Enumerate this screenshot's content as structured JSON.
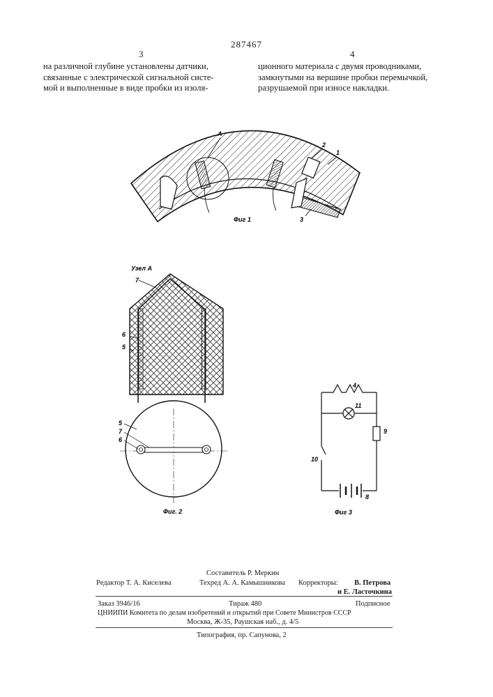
{
  "patent_number": "287467",
  "columns": {
    "left_number": "3",
    "right_number": "4",
    "left_lines": [
      "на различной глубине установлены датчики,",
      "связанные с электрической сигнальной систе-",
      "мой и выполненные в виде пробки из изоля-"
    ],
    "right_lines": [
      "ционного материала с двумя проводниками,",
      "замкнутыми на вершине пробки перемычкой,",
      "разрушаемой при износе накладки."
    ]
  },
  "figures": {
    "fig1": {
      "caption": "Фиг 1",
      "callout_a": "А",
      "callout_1": "1",
      "callout_2": "2",
      "callout_3": "3"
    },
    "fig2": {
      "node_title": "Узел А",
      "caption": "Фиг. 2",
      "label_7_top": "7",
      "label_6_side": "6",
      "label_5_side": "5",
      "label_5_circle": "5",
      "label_7_circle": "7",
      "label_6_circle": "6"
    },
    "fig3": {
      "caption": "Фиг 3",
      "label_4": "4",
      "label_11": "11",
      "label_9": "9",
      "label_10": "10",
      "label_8": "8"
    }
  },
  "footer": {
    "compiler": "Составитель Р. Меркин",
    "editor": "Редактор Т. А. Киселева",
    "techred": "Техред А. А. Камышникова",
    "correctors_label": "Корректоры:",
    "corrector_1": "В. Петрова",
    "corrector_2": "и Е. Ласточкина",
    "order": "Заказ 3946/16",
    "circulation": "Тираж 480",
    "subscription": "Подписное",
    "org_line_1": "ЦНИИПИ Комитета по делам изобретений и открытий при Совете Министров СССР",
    "org_line_2": "Москва, Ж-35, Раушская наб., д. 4/5",
    "printer": "Типография, пр. Сапунова, 2"
  }
}
